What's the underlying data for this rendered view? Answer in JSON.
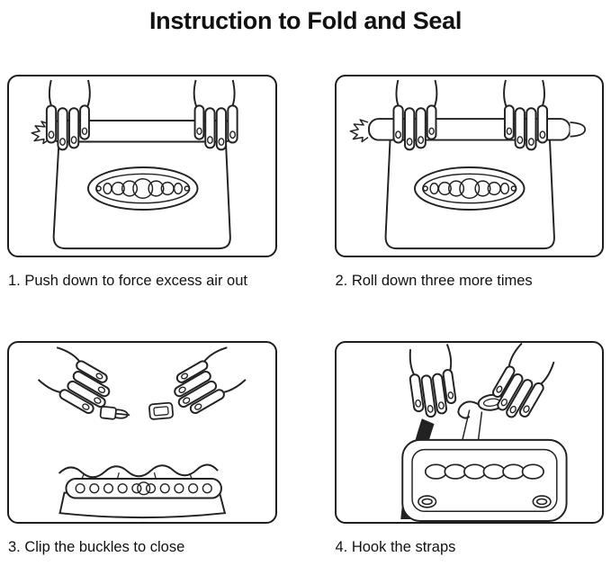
{
  "title": "Instruction to Fold and Seal",
  "steps": [
    {
      "caption": "1. Push down to force excess air out",
      "illustration": "hands-pressing-air-out-of-rolled-dry-bag"
    },
    {
      "caption": "2. Roll down three more times",
      "illustration": "hands-gripping-and-rolling-dry-bag-top"
    },
    {
      "caption": "3. Clip the buckles to close",
      "illustration": "hands-clipping-two-buckle-halves-above-folded-bag"
    },
    {
      "caption": "4. Hook the straps",
      "illustration": "hands-hooking-snap-hook-and-strap-onto-bag"
    }
  ],
  "colors": {
    "line": "#222222",
    "background": "#ffffff",
    "text": "#111111",
    "strap": "#222222"
  }
}
